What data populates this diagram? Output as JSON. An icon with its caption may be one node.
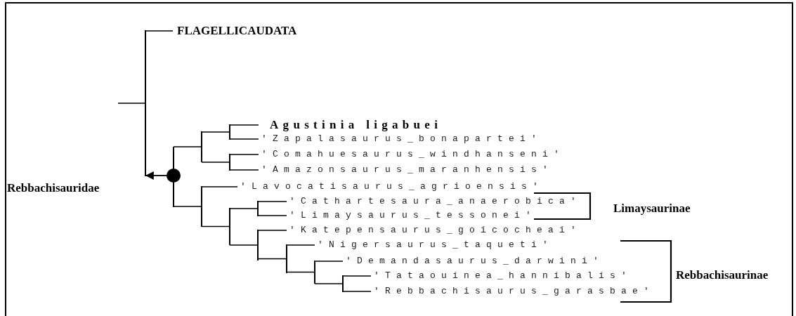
{
  "diagram": {
    "nodes": [
      {
        "text": [
          "FLAGELLICAUDATA"
        ]
      },
      {
        "text": [
          "Agustinia ligabuei"
        ]
      },
      {
        "text": [
          "'Zapalasaurus_bonapartei'"
        ]
      },
      {
        "text": [
          "'Comahuesaurus_windhanseni'"
        ]
      },
      {
        "text": [
          "'Amazonsaurus_maranhensis'"
        ]
      },
      {
        "text": [],
        "shape": "circle"
      },
      {
        "text": [
          "'Lavocatisaurus_agrioensis'"
        ]
      },
      {
        "text": [
          "'Cathartesaura_anaerobica'"
        ]
      },
      {
        "text": [
          "'Limaysaurus_tessonei'"
        ]
      },
      {
        "text": [
          "'Katepensaurus_goicocheai'"
        ]
      },
      {
        "text": [
          "'Nigersaurus_taqueti'"
        ]
      },
      {
        "text": [
          "'Demandasaurus_darwini'"
        ]
      },
      {
        "text": [
          "'Tataouinea_hannibalis'"
        ]
      },
      {
        "text": [
          "'Rebbachisaurus_garasbae'"
        ]
      },
      {
        "text": [],
        "shape": "bar"
      },
      {
        "text": [],
        "shape": "bar"
      },
      {
        "text": [],
        "shape": "bar"
      },
      {
        "text": [],
        "shape": "bar"
      },
      {
        "text": [],
        "shape": "bar"
      },
      {
        "text": [],
        "shape": "bar"
      },
      {
        "text": [],
        "shape": "bar"
      },
      {
        "text": [],
        "shape": "bar"
      },
      {
        "text": [],
        "shape": "bar"
      },
      {
        "text": [],
        "shape": "bar"
      },
      {
        "text": [],
        "shape": "bar"
      },
      {
        "text": [],
        "shape": "bar"
      }
    ],
    "edges": [
      {
        "from": null,
        "to": 14,
        "arrow": "none"
      },
      {
        "from": 14,
        "to": 0,
        "arrow": "none"
      },
      {
        "from": 5,
        "to": 14,
        "arrow": "to"
      },
      {
        "from": 15,
        "to": 16,
        "arrow": "none"
      },
      {
        "from": 15,
        "to": 19,
        "arrow": "none"
      },
      {
        "from": 16,
        "to": 17,
        "arrow": "none"
      },
      {
        "from": 16,
        "to": 18,
        "arrow": "none"
      },
      {
        "from": 17,
        "to": 1,
        "arrow": "none"
      },
      {
        "from": 17,
        "to": 2,
        "arrow": "none"
      },
      {
        "from": 18,
        "to": 3,
        "arrow": "none"
      },
      {
        "from": 18,
        "to": 4,
        "arrow": "none"
      },
      {
        "from": 19,
        "to": 6,
        "arrow": "none"
      },
      {
        "from": 19,
        "to": 20,
        "arrow": "none"
      },
      {
        "from": 20,
        "to": 21,
        "arrow": "none"
      },
      {
        "from": 20,
        "to": 22,
        "arrow": "none"
      },
      {
        "from": 21,
        "to": 7,
        "arrow": "none"
      },
      {
        "from": 21,
        "to": 8,
        "arrow": "none"
      },
      {
        "from": 22,
        "to": 9,
        "arrow": "none"
      },
      {
        "from": 22,
        "to": 23,
        "arrow": "none"
      },
      {
        "from": 23,
        "to": 10,
        "arrow": "none"
      },
      {
        "from": 23,
        "to": 24,
        "arrow": "none"
      },
      {
        "from": 24,
        "to": 11,
        "arrow": "none"
      },
      {
        "from": 24,
        "to": 25,
        "arrow": "none"
      },
      {
        "from": 25,
        "to": 12,
        "arrow": "none"
      },
      {
        "from": 25,
        "to": 13,
        "arrow": "none"
      }
    ],
    "labels": [
      "Rebbachisauridae",
      "Limaysaurinae",
      "Rebbachisaurinae"
    ]
  }
}
